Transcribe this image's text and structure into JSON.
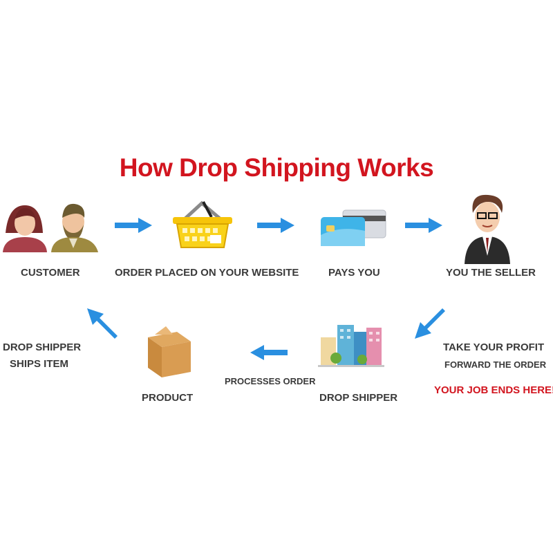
{
  "title": "How Drop Shipping Works",
  "steps": {
    "customer": "CUSTOMER",
    "order": "ORDER PLACED ON YOUR WEBSITE",
    "pays": "PAYS YOU",
    "seller": "YOU THE SELLER",
    "profit": "TAKE YOUR PROFIT",
    "forward": "FORWARD THE ORDER",
    "job_ends": "YOUR JOB ENDS HERE!",
    "drop_shipper": "DROP SHIPPER",
    "processes": "PROCESSES ORDER",
    "product": "PRODUCT",
    "ships_1": "DROP SHIPPER",
    "ships_2": "SHIPS ITEM"
  },
  "colors": {
    "title": "#d2151f",
    "arrow": "#2a8fe0",
    "text": "#3a3a3a"
  },
  "icons": [
    "customers-icon",
    "shopping-basket-icon",
    "credit-cards-icon",
    "seller-icon",
    "buildings-icon",
    "box-icon",
    "arrow-icon"
  ]
}
